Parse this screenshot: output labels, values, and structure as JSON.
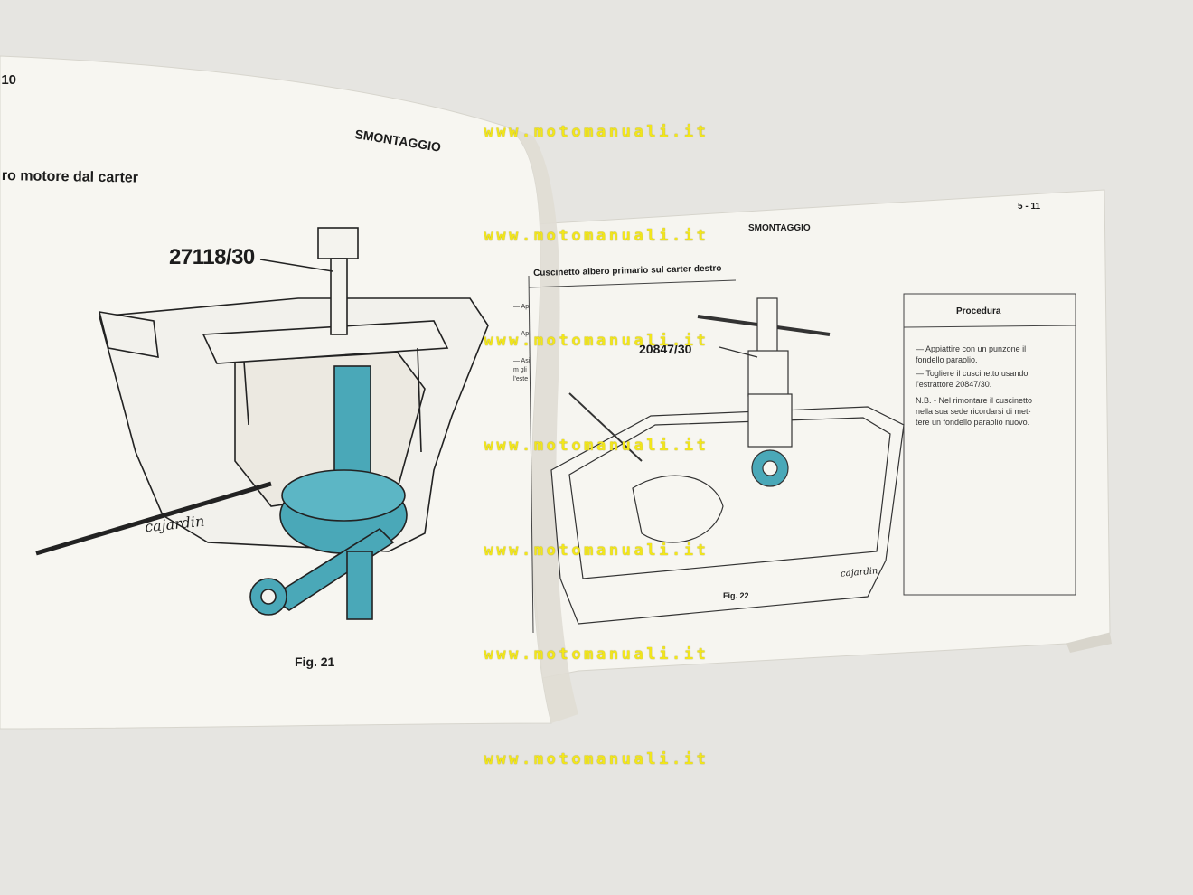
{
  "left_page": {
    "page_number": "10",
    "section": "SMONTAGGIO",
    "heading": "ro motore dal carter",
    "tool_label": "27118/30",
    "figure": "Fig. 21",
    "signature": "cajardin"
  },
  "right_page": {
    "page_number": "5 - 11",
    "section": "SMONTAGGIO",
    "heading": "Cuscinetto albero primario sul carter destro",
    "tool_label": "20847/30",
    "figure": "Fig. 22",
    "signature": "cajardin",
    "procedure": {
      "title": "Procedura",
      "lines": [
        "— Appiattire con un punzone il",
        "fondello paraolio.",
        "— Togliere il cuscinetto usando",
        "l'estrattore 20847/30.",
        "N.B. - Nel rimontare il cuscinetto",
        "nella sua sede ricordarsi di met-",
        "tere un fondello paraolio nuovo."
      ]
    },
    "left_column_fragments": [
      "— Ap",
      "— Ap",
      "— Asi",
      "m gli",
      "l'este"
    ]
  },
  "watermarks": [
    "www.motomanuali.it",
    "www.motomanuali.it",
    "www.motomanuali.it",
    "www.motomanuali.it",
    "www.motomanuali.it",
    "www.motomanuali.it",
    "www.motomanuali.it"
  ],
  "colors": {
    "background": "#e9e8e4",
    "paper": "#f7f6f1",
    "highlight": "#4aa8b8",
    "watermark": "#f2e61a"
  }
}
